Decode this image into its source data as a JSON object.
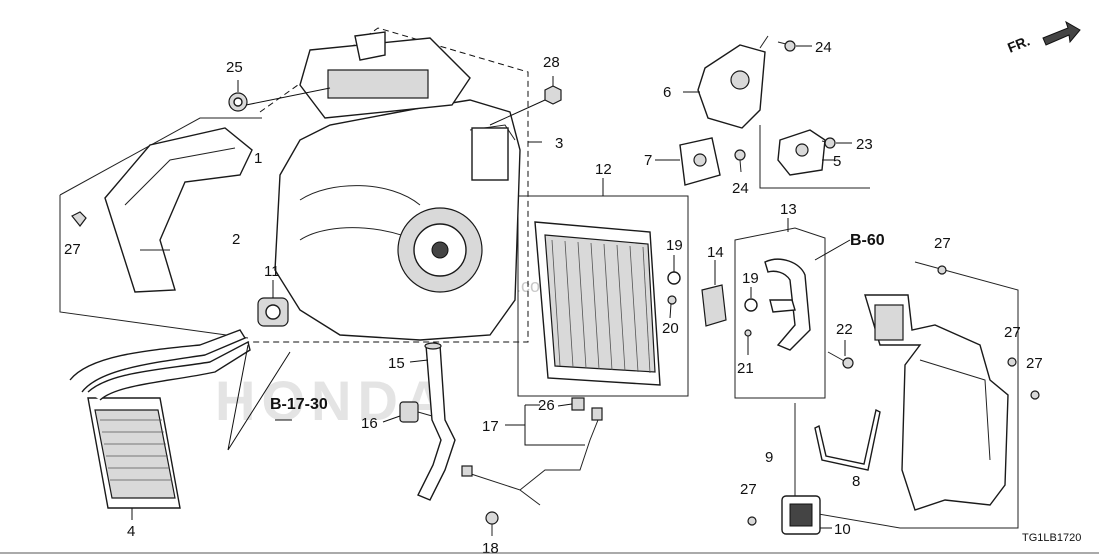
{
  "callouts": [
    {
      "id": "c1",
      "label": "1"
    },
    {
      "id": "c2",
      "label": "2"
    },
    {
      "id": "c3",
      "label": "3"
    },
    {
      "id": "c4",
      "label": "4"
    },
    {
      "id": "c5",
      "label": "5"
    },
    {
      "id": "c6",
      "label": "6"
    },
    {
      "id": "c7",
      "label": "7"
    },
    {
      "id": "c8",
      "label": "8"
    },
    {
      "id": "c9",
      "label": "9"
    },
    {
      "id": "c10",
      "label": "10"
    },
    {
      "id": "c11",
      "label": "11"
    },
    {
      "id": "c12",
      "label": "12"
    },
    {
      "id": "c13",
      "label": "13"
    },
    {
      "id": "c14",
      "label": "14"
    },
    {
      "id": "c15",
      "label": "15"
    },
    {
      "id": "c16",
      "label": "16"
    },
    {
      "id": "c17",
      "label": "17"
    },
    {
      "id": "c18",
      "label": "18"
    },
    {
      "id": "c19a",
      "label": "19"
    },
    {
      "id": "c19b",
      "label": "19"
    },
    {
      "id": "c20",
      "label": "20"
    },
    {
      "id": "c21",
      "label": "21"
    },
    {
      "id": "c22",
      "label": "22"
    },
    {
      "id": "c23",
      "label": "23"
    },
    {
      "id": "c24a",
      "label": "24"
    },
    {
      "id": "c24b",
      "label": "24"
    },
    {
      "id": "c25",
      "label": "25"
    },
    {
      "id": "c26",
      "label": "26"
    },
    {
      "id": "c27a",
      "label": "27"
    },
    {
      "id": "c27b",
      "label": "27"
    },
    {
      "id": "c27c",
      "label": "27"
    },
    {
      "id": "c27d",
      "label": "27"
    },
    {
      "id": "c27e",
      "label": "27"
    },
    {
      "id": "c28",
      "label": "28"
    }
  ],
  "references": {
    "b60": "B-60",
    "b1730": "B-17-30"
  },
  "direction_label": "FR.",
  "diagram_code": "TG1LB1720",
  "watermark": "4Partssource.com"
}
